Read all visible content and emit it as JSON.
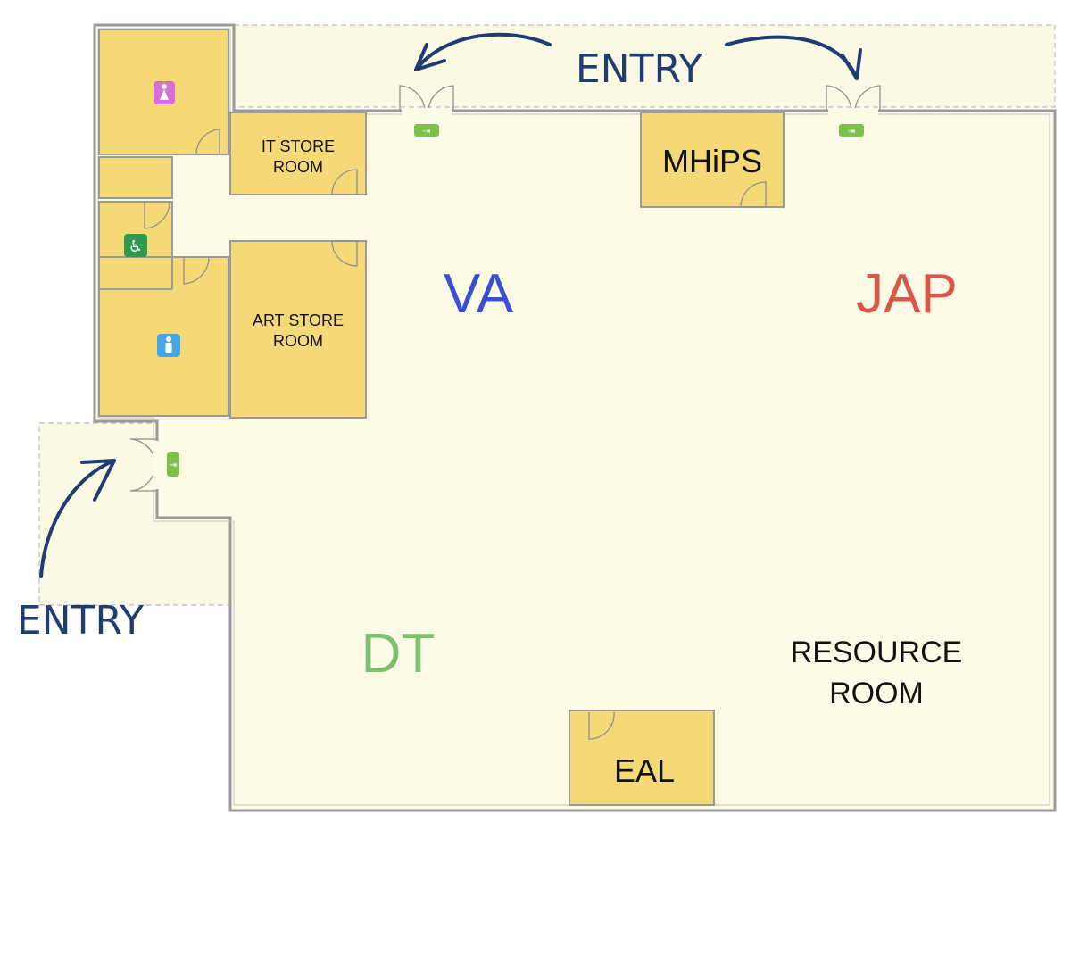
{
  "colors": {
    "floor": "#fdfbe6",
    "outside": "#fbf9e3",
    "room": "#f6d977",
    "wall": "#9a9a9a",
    "arrow": "#1f3c73",
    "exit_sign": "#7cc24a"
  },
  "entries": {
    "top_label": "ENTRY",
    "left_label": "ENTRY"
  },
  "rooms": {
    "it_store": {
      "line1": "IT STORE",
      "line2": "ROOM"
    },
    "art_store": {
      "line1": "ART STORE",
      "line2": "ROOM"
    },
    "mhips": {
      "label": "MHiPS"
    },
    "eal": {
      "label": "EAL"
    },
    "resource": {
      "line1": "RESOURCE",
      "line2": "ROOM"
    }
  },
  "zones": {
    "va": {
      "label": "VA",
      "color": "#3a4fd6"
    },
    "jap": {
      "label": "JAP",
      "color": "#d9574a"
    },
    "dt": {
      "label": "DT",
      "color": "#7cc16b"
    }
  },
  "icons": {
    "female_toilet": {
      "name": "female-toilet-icon",
      "color": "#d66fd8"
    },
    "accessible_toilet": {
      "name": "accessible-toilet-icon",
      "color": "#2f9a4e"
    },
    "male_toilet": {
      "name": "male-toilet-icon",
      "color": "#42a7e8"
    },
    "exit_sign": {
      "name": "exit-sign-icon"
    }
  }
}
